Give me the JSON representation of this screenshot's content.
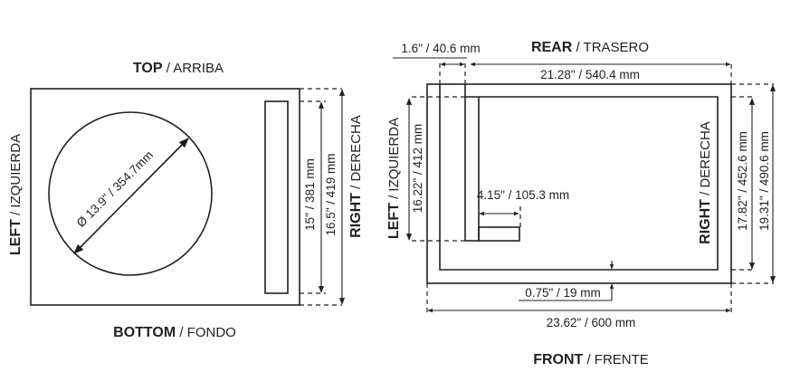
{
  "left_view": {
    "top_label": {
      "bold": "TOP",
      "rest": " / ARRIBA"
    },
    "bottom_label": {
      "bold": "BOTTOM",
      "rest": " / FONDO"
    },
    "left_label": {
      "bold": "LEFT",
      "rest": " / IZQUIERDA"
    },
    "right_label": {
      "bold": "RIGHT",
      "rest": " / DERECHA"
    },
    "diameter": "Ø 13.9\" / 354.7mm",
    "port_height": "15\" / 381 mm",
    "box_height": "16.5\" / 419 mm"
  },
  "right_view": {
    "rear_label": {
      "bold": "REAR",
      "rest": " / TRASERO"
    },
    "front_label": {
      "bold": "FRONT",
      "rest": " / FRENTE"
    },
    "left_label": {
      "bold": "LEFT",
      "rest": " / IZQUIERDA"
    },
    "right_label": {
      "bold": "RIGHT",
      "rest": " / DERECHA"
    },
    "port_width": "1.6\" / 40.6 mm",
    "inner_width": "21.28\" / 540.4 mm",
    "port_depth": "16.22\" / 412 mm",
    "port_foot": "4.15\" / 105.3 mm",
    "wall_thickness": "0.75\" / 19 mm",
    "total_width": "23.62\" / 600 mm",
    "inner_depth": "17.82\" / 452.6 mm",
    "total_depth": "19.31\" / 490.6 mm"
  }
}
